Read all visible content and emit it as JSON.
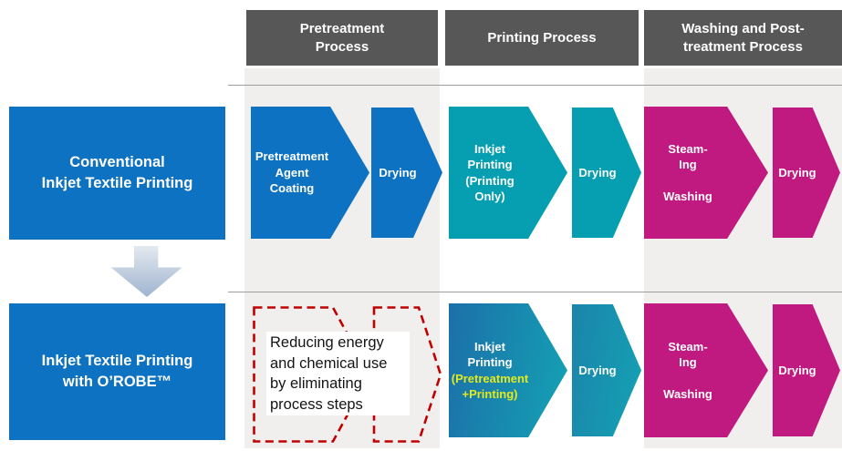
{
  "colors": {
    "blue": "#0e72c2",
    "teal": "#069fb2",
    "magenta": "#c01980",
    "header-gray": "#575757",
    "band-gray": "#f0efee",
    "line-gray": "#9e9e9e",
    "dashed-red": "#c00000",
    "highlight-yellow": "#e2ea1e",
    "arrow-gradient-start": "#1c6fa9",
    "arrow-gradient-end": "#14a2b4",
    "down-arrow-top": "#e3e9f0",
    "down-arrow-bottom": "#9fb4cf"
  },
  "headers": {
    "pretreatment": "Pretreatment\nProcess",
    "printing": "Printing Process",
    "washing": "Washing and Post-\ntreatment Process"
  },
  "left_labels": {
    "conventional": "Conventional\nInkjet Textile Printing",
    "orobe": "Inkjet Textile Printing\nwith O’ROBE™"
  },
  "conventional": {
    "pretreatment": {
      "step": "Pretreatment\nAgent\nCoating",
      "drying": "Drying"
    },
    "printing": {
      "step": "Inkjet\nPrinting\n(Printing\nOnly)",
      "drying": "Drying"
    },
    "washing": {
      "step": "Steam-\nIng\n\nWashing",
      "drying": "Drying"
    }
  },
  "orobe": {
    "note": "Reducing energy\nand chemical use\nby eliminating\nprocess steps",
    "printing": {
      "step": "Inkjet\nPrinting",
      "step_highlight": "(Pretreatment\n+Printing)",
      "drying": "Drying"
    },
    "washing": {
      "step": "Steam-\nIng\n\nWashing",
      "drying": "Drying"
    }
  }
}
